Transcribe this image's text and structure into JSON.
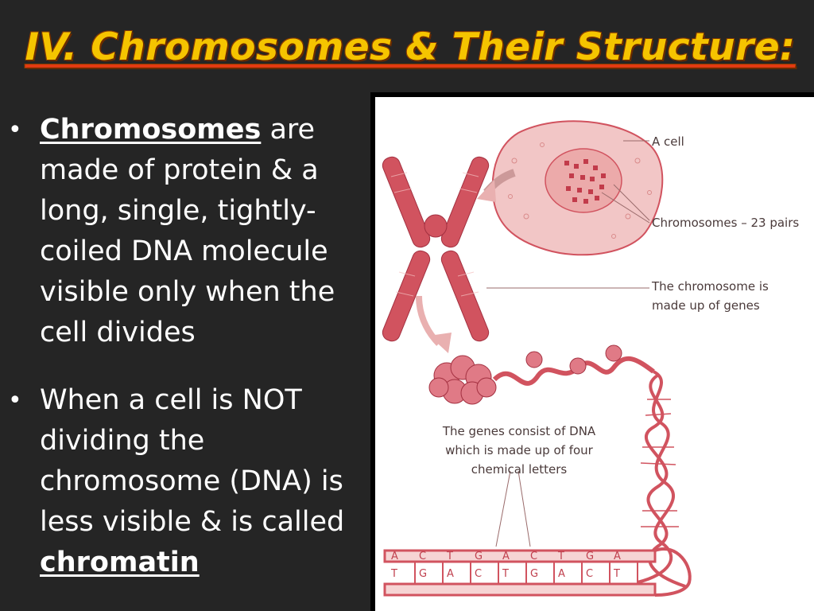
{
  "slide": {
    "title": "IV. Chromosomes & Their Structure:",
    "bullets": [
      {
        "marker": "•",
        "bold": "Chromosomes",
        "text": " are made of protein & a long, single, tightly-coiled DNA molecule visible only when the cell divides"
      },
      {
        "marker": "•",
        "text": "When a cell is NOT dividing the chromosome (DNA) is less visible & is called ",
        "bold": "chromatin"
      }
    ]
  },
  "figure": {
    "labels": {
      "cell": "A cell",
      "chromosomes": "Chromosomes – 23 pairs",
      "genes_line1": "The chromosome is",
      "genes_line2": "made up of genes",
      "dna_line1": "The genes consist of DNA",
      "dna_line2": "which is made up of four",
      "dna_line3": "chemical letters"
    },
    "bases_top": [
      "A",
      "C",
      "T",
      "G",
      "A",
      "C",
      "T",
      "G",
      "A"
    ],
    "bases_bottom": [
      "T",
      "G",
      "A",
      "C",
      "T",
      "G",
      "A",
      "C",
      "T"
    ],
    "colors": {
      "accent": "#d1535f",
      "cell_fill": "#f0c2c2",
      "title": "#f5c400",
      "title_underline": "#e23a12",
      "background": "#252525"
    }
  }
}
